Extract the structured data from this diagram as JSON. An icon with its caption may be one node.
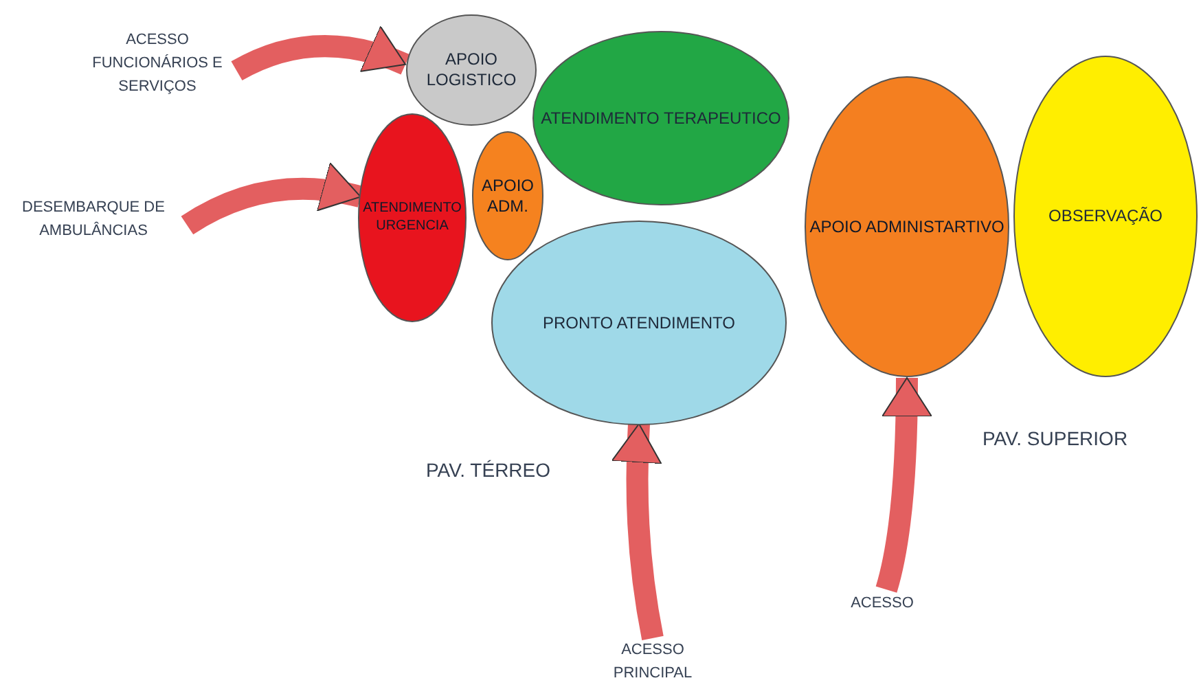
{
  "diagram": {
    "nodes": [
      {
        "text": [
          "ACESSO FUNCIONÁRIOS E SERVIÇOS"
        ]
      },
      {
        "text": [
          "APOIO LOGISTICO"
        ]
      },
      {
        "text": [
          "ATENDIMENTO TERAPEUTICO"
        ]
      },
      {
        "text": [
          "DESEMBARQUE DE AMBULÂNCIAS"
        ]
      },
      {
        "text": [
          "ATENDIMENTO URGENCIA"
        ]
      },
      {
        "text": [
          "APOIO ADM."
        ]
      },
      {
        "text": [
          "PRONTO ATENDIMENTO"
        ]
      },
      {
        "text": [
          "APOIO ADMINISTARTIVO"
        ]
      },
      {
        "text": [
          "OBSERVAÇÃO"
        ]
      },
      {
        "text": [
          "ACESSO"
        ]
      },
      {
        "text": [
          "ACESSO PRINCIPAL"
        ]
      }
    ],
    "edges": [
      {
        "from": 0,
        "to": 1,
        "arrow": "to"
      },
      {
        "from": 3,
        "to": 4,
        "arrow": "to"
      },
      {
        "from": 10,
        "to": 6,
        "arrow": "to"
      },
      {
        "from": 9,
        "to": 7,
        "arrow": "to"
      }
    ],
    "labels": [
      "PAV. TÉRREO",
      "PAV. SUPERIOR"
    ]
  }
}
